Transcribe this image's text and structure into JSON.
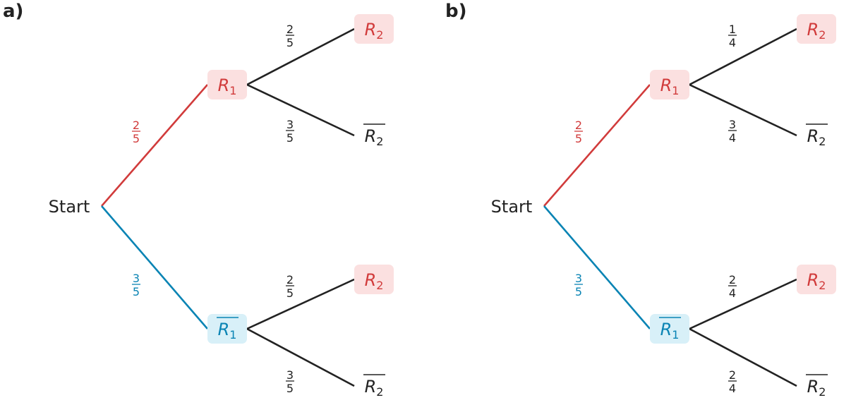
{
  "panels": [
    {
      "label": "a)",
      "root": "Start",
      "first": [
        {
          "kind": "R",
          "symbol": "R",
          "sub": "1",
          "bar": false,
          "prob": {
            "num": "2",
            "den": "5"
          },
          "children": [
            {
              "kind": "R",
              "symbol": "R",
              "sub": "2",
              "bar": false,
              "prob": {
                "num": "2",
                "den": "5"
              }
            },
            {
              "kind": "notR",
              "symbol": "R",
              "sub": "2",
              "bar": true,
              "prob": {
                "num": "3",
                "den": "5"
              }
            }
          ]
        },
        {
          "kind": "notR1",
          "symbol": "R",
          "sub": "1",
          "bar": true,
          "prob": {
            "num": "3",
            "den": "5"
          },
          "children": [
            {
              "kind": "R",
              "symbol": "R",
              "sub": "2",
              "bar": false,
              "prob": {
                "num": "2",
                "den": "5"
              }
            },
            {
              "kind": "notR",
              "symbol": "R",
              "sub": "2",
              "bar": true,
              "prob": {
                "num": "3",
                "den": "5"
              }
            }
          ]
        }
      ]
    },
    {
      "label": "b)",
      "root": "Start",
      "first": [
        {
          "kind": "R",
          "symbol": "R",
          "sub": "1",
          "bar": false,
          "prob": {
            "num": "2",
            "den": "5"
          },
          "children": [
            {
              "kind": "R",
              "symbol": "R",
              "sub": "2",
              "bar": false,
              "prob": {
                "num": "1",
                "den": "4"
              }
            },
            {
              "kind": "notR",
              "symbol": "R",
              "sub": "2",
              "bar": true,
              "prob": {
                "num": "3",
                "den": "4"
              }
            }
          ]
        },
        {
          "kind": "notR1",
          "symbol": "R",
          "sub": "1",
          "bar": true,
          "prob": {
            "num": "3",
            "den": "5"
          },
          "children": [
            {
              "kind": "R",
              "symbol": "R",
              "sub": "2",
              "bar": false,
              "prob": {
                "num": "2",
                "den": "4"
              }
            },
            {
              "kind": "notR",
              "symbol": "R",
              "sub": "2",
              "bar": true,
              "prob": {
                "num": "2",
                "den": "4"
              }
            }
          ]
        }
      ]
    }
  ],
  "colors": {
    "red": "#d13b3b",
    "red_fill": "#fbe0e0",
    "blue": "#0a84b4",
    "blue_fill": "#d8f0f8",
    "dark": "#222222"
  }
}
